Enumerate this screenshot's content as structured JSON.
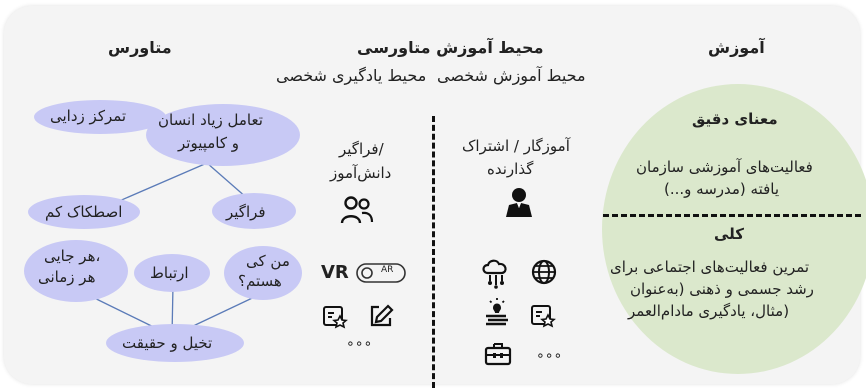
{
  "header": {
    "col_right": "آموزش",
    "col_center": "محیط آموزش متاورسی",
    "col_left": "متاورس",
    "sub_right": "محیط آموزش شخصی",
    "sub_left": "محیط یادگیری شخصی"
  },
  "circle": {
    "top_title": "معنای دقیق",
    "top_line1": "فعالیت‌های آموزشی سازمان",
    "top_line2": "یافته (مدرسه و...)",
    "bottom_title": "کلی",
    "bottom_line1": "تمرین فعالیت‌های اجتماعی برای",
    "bottom_line2": "رشد جسمی و ذهنی (به‌عنوان",
    "bottom_line3": "مثال، یادگیری مادام‌العمر)"
  },
  "teacher": {
    "line1": "آموزگار / اشتراک",
    "line2": "گذارنده"
  },
  "learner": {
    "line1": "فراگیر/",
    "line2": "دانش‌آموز"
  },
  "toggle_label": "AR",
  "vr_label": "VR",
  "more": "∘∘∘",
  "clouds": {
    "c1": "تمرکز زدایی",
    "c2a": "تعامل زیاد انسان",
    "c2b": "و کامپیوتر",
    "c3": "اصطکاک کم",
    "c4": "فراگیر",
    "c5a": "هر جایی،",
    "c5b": "هر زمانی",
    "c6": "ارتباط",
    "c7a": "من کی",
    "c7b": "هستم؟",
    "c8": "تخیل و حقیقت"
  },
  "colors": {
    "circle": "#dbe8cc",
    "cloud": "#c8c9f5",
    "line": "#5b7bb8"
  }
}
